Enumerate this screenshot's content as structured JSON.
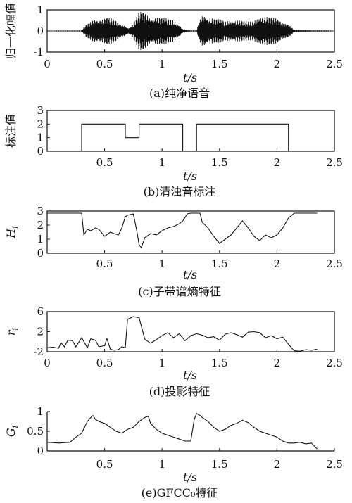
{
  "figure": {
    "x_ticks": [
      "0",
      "0.5",
      "1",
      "1.5",
      "2",
      "2.5"
    ],
    "x_ticks_no_zero": [
      "0.5",
      "1",
      "1.5",
      "2",
      "2.5"
    ]
  },
  "chart_data": [
    {
      "type": "line",
      "caption": "(a)纯净语音",
      "ylabel": "归一化幅值",
      "xlabel": "t/s",
      "xlim": [
        0,
        2.5
      ],
      "ylim": [
        -1,
        1
      ],
      "yticks": [
        "-1",
        "0",
        "1"
      ],
      "series": [
        {
          "x": [
            0.0,
            0.3,
            0.33,
            0.38,
            0.42,
            0.47,
            0.52,
            0.58,
            0.63,
            0.68,
            0.7,
            0.75,
            0.8,
            0.83,
            0.86,
            0.9,
            0.95,
            1.0,
            1.05,
            1.1,
            1.15,
            1.18,
            1.25,
            1.3,
            1.33,
            1.36,
            1.4,
            1.45,
            1.5,
            1.55,
            1.6,
            1.65,
            1.7,
            1.75,
            1.8,
            1.85,
            1.9,
            1.95,
            2.0,
            2.05,
            2.1,
            2.15,
            2.5
          ],
          "envelope": [
            0.02,
            0.03,
            0.25,
            0.45,
            0.6,
            0.65,
            0.7,
            0.55,
            0.45,
            0.3,
            0.15,
            0.4,
            0.9,
            0.95,
            0.85,
            0.7,
            0.75,
            0.65,
            0.6,
            0.55,
            0.35,
            0.1,
            0.03,
            0.03,
            0.6,
            0.95,
            0.75,
            0.6,
            0.55,
            0.5,
            0.6,
            0.55,
            0.5,
            0.45,
            0.55,
            0.85,
            0.7,
            0.65,
            0.6,
            0.5,
            0.35,
            0.05,
            0.02
          ]
        }
      ]
    },
    {
      "type": "line",
      "caption": "(b)清浊音标注",
      "ylabel": "标注值",
      "xlabel": "t/s",
      "xlim": [
        0,
        2.5
      ],
      "ylim": [
        0,
        3
      ],
      "yticks": [
        "0",
        "1",
        "2",
        "3"
      ],
      "series": [
        {
          "x": [
            0.0,
            0.3,
            0.3,
            0.68,
            0.68,
            0.8,
            0.8,
            1.18,
            1.18,
            1.3,
            1.3,
            2.1,
            2.1,
            2.5
          ],
          "y": [
            0,
            0,
            2,
            2,
            1,
            1,
            2,
            2,
            0,
            0,
            2,
            2,
            0,
            0
          ]
        }
      ]
    },
    {
      "type": "line",
      "caption": "(c)子带谱熵特征",
      "ylabel": "Hi",
      "xlabel": "t/s",
      "xlim": [
        0,
        2.5
      ],
      "ylim": [
        0,
        3
      ],
      "yticks": [
        "0",
        "1",
        "2",
        "3"
      ],
      "series": [
        {
          "x": [
            0.0,
            0.3,
            0.32,
            0.35,
            0.38,
            0.42,
            0.45,
            0.5,
            0.55,
            0.58,
            0.62,
            0.65,
            0.68,
            0.7,
            0.75,
            0.78,
            0.8,
            0.82,
            0.85,
            0.9,
            0.95,
            1.0,
            1.05,
            1.1,
            1.15,
            1.18,
            1.22,
            1.25,
            1.28,
            1.3,
            1.33,
            1.35,
            1.4,
            1.45,
            1.5,
            1.55,
            1.6,
            1.65,
            1.7,
            1.75,
            1.8,
            1.85,
            1.9,
            1.95,
            2.0,
            2.05,
            2.1,
            2.15,
            2.2,
            2.35
          ],
          "y": [
            2.85,
            2.85,
            1.3,
            1.7,
            1.6,
            1.8,
            1.7,
            1.2,
            1.5,
            1.4,
            1.3,
            1.8,
            2.6,
            2.7,
            2.8,
            1.6,
            0.6,
            0.4,
            1.1,
            1.4,
            1.3,
            1.6,
            1.8,
            1.9,
            2.1,
            2.3,
            2.8,
            2.85,
            2.85,
            2.85,
            2.85,
            2.2,
            1.8,
            1.2,
            0.7,
            1.0,
            1.3,
            1.8,
            2.3,
            1.8,
            1.2,
            0.9,
            1.3,
            1.1,
            1.3,
            1.8,
            2.5,
            2.85,
            2.85,
            2.85
          ]
        }
      ]
    },
    {
      "type": "line",
      "caption": "(d)投影特征",
      "ylabel": "ri",
      "xlabel": "t/s",
      "xlim": [
        0,
        2.5
      ],
      "ylim": [
        -2,
        6
      ],
      "yticks": [
        "-2",
        "2",
        "6"
      ],
      "series": [
        {
          "x": [
            0.0,
            0.05,
            0.1,
            0.12,
            0.15,
            0.18,
            0.22,
            0.25,
            0.3,
            0.35,
            0.38,
            0.42,
            0.45,
            0.5,
            0.52,
            0.55,
            0.58,
            0.62,
            0.65,
            0.68,
            0.7,
            0.75,
            0.8,
            0.85,
            0.9,
            0.95,
            1.0,
            1.05,
            1.1,
            1.15,
            1.2,
            1.25,
            1.3,
            1.35,
            1.4,
            1.45,
            1.5,
            1.55,
            1.6,
            1.65,
            1.7,
            1.75,
            1.8,
            1.85,
            1.9,
            1.95,
            2.0,
            2.05,
            2.1,
            2.15,
            2.2,
            2.25,
            2.3,
            2.35
          ],
          "y": [
            -1.2,
            -1.1,
            -1.3,
            -0.2,
            -1.0,
            0.3,
            0.2,
            -1.0,
            0.8,
            -1.2,
            0.6,
            0.3,
            -1.0,
            -0.8,
            0.6,
            -1.5,
            -1.7,
            -1.6,
            -1.0,
            -1.2,
            4.5,
            5.0,
            4.8,
            0.5,
            -0.3,
            0.4,
            1.2,
            1.8,
            0.8,
            1.6,
            0.2,
            1.2,
            1.6,
            1.3,
            0.8,
            1.0,
            0.3,
            1.5,
            1.8,
            1.4,
            0.9,
            1.9,
            2.0,
            1.8,
            0.8,
            1.2,
            0.6,
            0.9,
            -0.5,
            -1.8,
            -1.9,
            -1.6,
            -1.7,
            -1.5
          ]
        }
      ]
    },
    {
      "type": "line",
      "caption": "(e)GFCC₀特征",
      "ylabel": "Gi",
      "xlabel": "t/s",
      "xlim": [
        0,
        2.5
      ],
      "ylim": [
        0,
        1
      ],
      "yticks": [
        "0",
        "0.5",
        "1"
      ],
      "series": [
        {
          "x": [
            0.0,
            0.1,
            0.2,
            0.25,
            0.3,
            0.35,
            0.38,
            0.4,
            0.42,
            0.45,
            0.5,
            0.55,
            0.6,
            0.65,
            0.7,
            0.75,
            0.8,
            0.85,
            0.88,
            0.9,
            0.95,
            1.0,
            1.05,
            1.1,
            1.15,
            1.2,
            1.25,
            1.28,
            1.3,
            1.33,
            1.35,
            1.4,
            1.45,
            1.5,
            1.55,
            1.6,
            1.65,
            1.7,
            1.75,
            1.8,
            1.85,
            1.9,
            1.95,
            2.0,
            2.05,
            2.1,
            2.15,
            2.2,
            2.25,
            2.3,
            2.35
          ],
          "y": [
            0.22,
            0.2,
            0.22,
            0.35,
            0.45,
            0.75,
            0.85,
            0.9,
            0.8,
            0.75,
            0.7,
            0.6,
            0.5,
            0.45,
            0.55,
            0.6,
            0.75,
            0.85,
            0.88,
            0.7,
            0.55,
            0.45,
            0.4,
            0.35,
            0.3,
            0.25,
            0.25,
            0.8,
            0.95,
            0.9,
            0.85,
            0.75,
            0.6,
            0.5,
            0.55,
            0.65,
            0.7,
            0.78,
            0.72,
            0.6,
            0.5,
            0.45,
            0.4,
            0.35,
            0.25,
            0.2,
            0.2,
            0.22,
            0.18,
            0.2,
            0.05
          ]
        }
      ]
    }
  ]
}
